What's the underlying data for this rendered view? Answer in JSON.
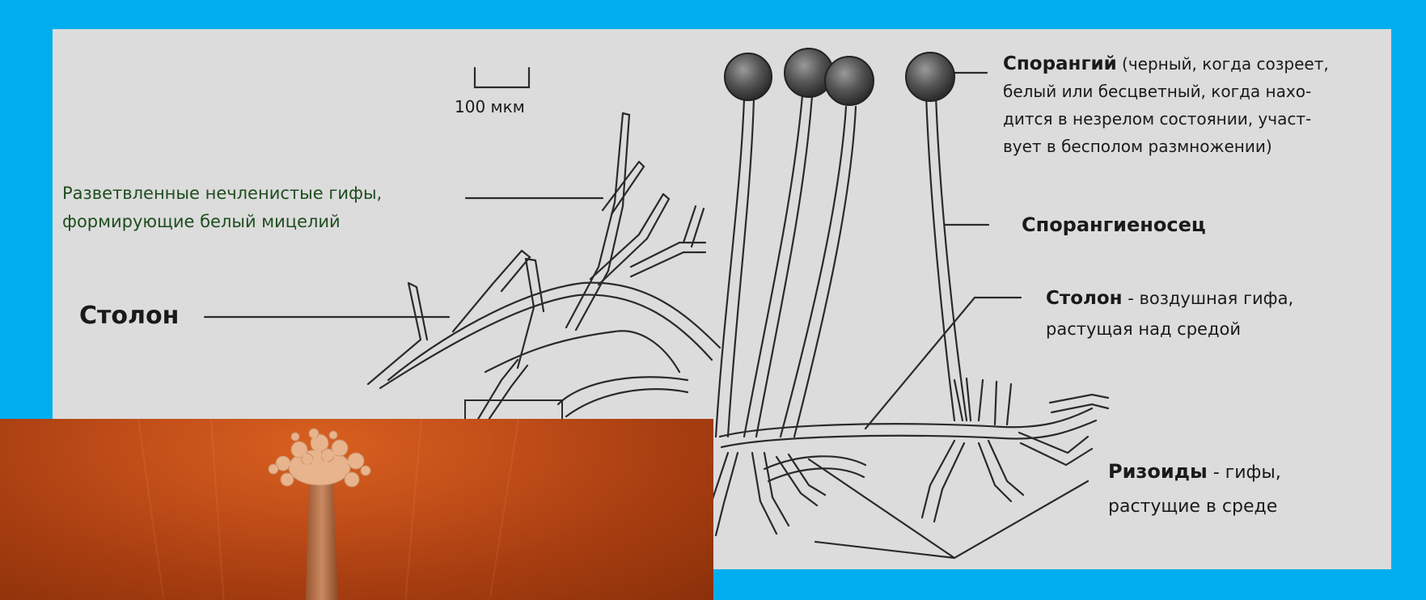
{
  "scale_bar": {
    "label": "100 мкм"
  },
  "labels": {
    "branched_hyphae": {
      "line1": "Разветвленные нечленистые гифы,",
      "line2": "формирующие белый мицелий"
    },
    "stolon_left": {
      "title": "Столон"
    },
    "sporangium": {
      "title": "Спорангий",
      "line1_rest": " (черный, когда созреет,",
      "line2": "белый или бесцветный, когда нахо-",
      "line3": "дится в незрелом состоянии, участ-",
      "line4": "вует в бесполом размножении)"
    },
    "sporangiophore": {
      "title": "Спорангиеносец"
    },
    "stolon_right": {
      "title": "Столон",
      "rest": " - воздушная гифа,",
      "line2": "растущая над средой"
    },
    "rhizoids": {
      "title": "Ризоиды",
      "rest": " - гифы,",
      "line2": "растущие в среде"
    }
  },
  "colors": {
    "frame": "#00aeef",
    "panel": "#dcdcdc",
    "photo": "#c4501a"
  }
}
